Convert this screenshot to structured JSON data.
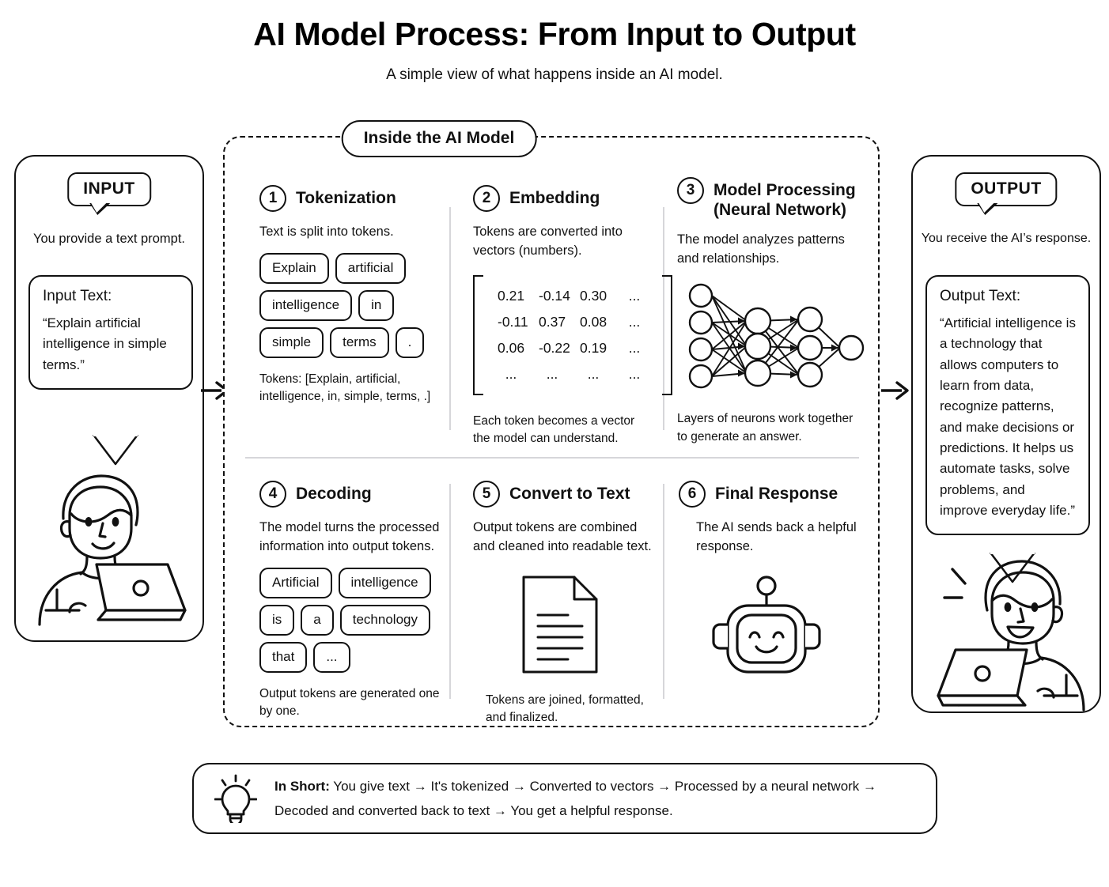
{
  "header": {
    "title": "AI Model Process: From Input to Output",
    "subtitle": "A simple view of what happens inside an AI model."
  },
  "input_panel": {
    "tag": "INPUT",
    "caption": "You provide a text prompt.",
    "card_label": "Input Text:",
    "card_body": "“Explain artificial intelligence in simple terms.”",
    "person_icon": "person-with-laptop-icon"
  },
  "output_panel": {
    "tag": "OUTPUT",
    "caption": "You receive the AI’s response.",
    "card_label": "Output Text:",
    "card_body": "“Artificial intelligence is a technology that allows computers to learn from data, recognize patterns, and make decisions or predictions. It helps us automate tasks, solve problems, and improve everyday life.”",
    "person_icon": "happy-person-with-laptop-icon"
  },
  "model_box": {
    "tag": "Inside the AI Model"
  },
  "steps": [
    {
      "number": "1",
      "title": "Tokenization",
      "desc": "Text is split into tokens.",
      "tokens": [
        [
          "Explain",
          "artificial"
        ],
        [
          "intelligence",
          "in"
        ],
        [
          "simple",
          "terms",
          "."
        ]
      ],
      "foot": "Tokens: [Explain, artificial, intelligence, in, simple, terms, .]"
    },
    {
      "number": "2",
      "title": "Embedding",
      "desc": "Tokens are converted into vectors (numbers).",
      "matrix": [
        [
          "0.21",
          "-0.14",
          "0.30",
          "..."
        ],
        [
          "-0.11",
          "0.37",
          "0.08",
          "..."
        ],
        [
          "0.06",
          "-0.22",
          "0.19",
          "..."
        ],
        [
          "...",
          "...",
          "...",
          "..."
        ]
      ],
      "foot": "Each token becomes a vector the model can understand."
    },
    {
      "number": "3",
      "title": "Model Processing (Neural Network)",
      "desc": "The model analyzes patterns and relationships.",
      "diagram_icon": "neural-network-icon",
      "network": {
        "layers": [
          4,
          3,
          3,
          1
        ]
      },
      "foot": "Layers of neurons work together to generate an answer."
    },
    {
      "number": "4",
      "title": "Decoding",
      "desc": "The model turns the processed information into output tokens.",
      "tokens": [
        [
          "Artificial",
          "intelligence"
        ],
        [
          "is",
          "a",
          "technology"
        ],
        [
          "that",
          "..."
        ]
      ],
      "foot": "Output tokens are generated one by one."
    },
    {
      "number": "5",
      "title": "Convert to Text",
      "desc": "Output tokens are combined and cleaned into readable text.",
      "diagram_icon": "document-icon",
      "foot": "Tokens are joined, formatted, and finalized."
    },
    {
      "number": "6",
      "title": "Final Response",
      "desc": "The AI sends back a helpful response.",
      "diagram_icon": "robot-icon",
      "foot": ""
    }
  ],
  "summary": {
    "icon": "lightbulb-icon",
    "lead": "In Short:",
    "line1": " You give text → It's tokenized → Converted to vectors → Processed by a neural network →",
    "line2": "Decoded and converted back to text → You get a helpful response."
  },
  "colors": {
    "stroke": "#111111",
    "background": "#ffffff",
    "divider": "#d6d6da"
  }
}
